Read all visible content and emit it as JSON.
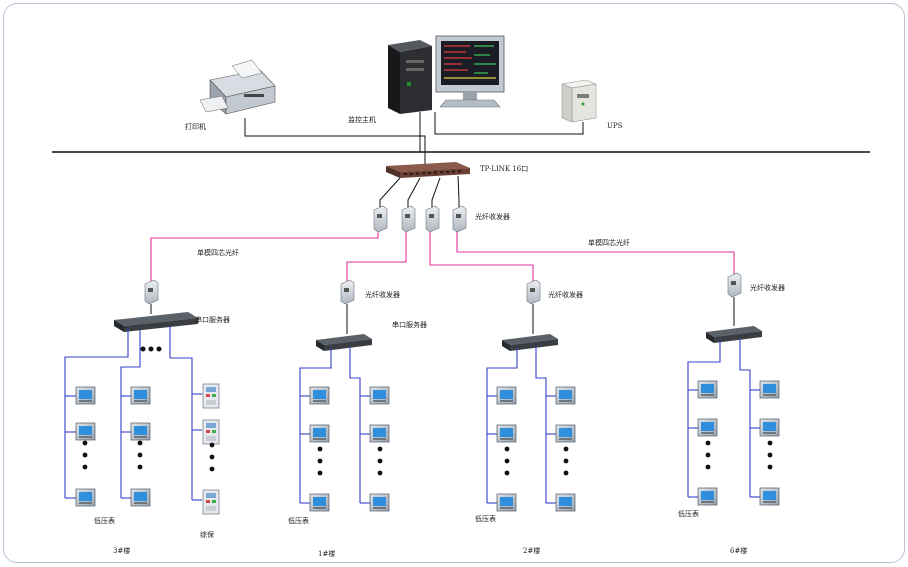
{
  "labels": {
    "printer": "打印机",
    "host": "监控主机",
    "ups": "UPS",
    "switch": "TP-LINK 16口",
    "transceiver_top": "光纤收发器",
    "fiber_left": "单模四芯光纤",
    "fiber_right": "单模四芯光纤",
    "serial_server_a": "串口服务器",
    "transceiver_b": "光纤收发器",
    "serial_server_b": "串口服务器",
    "transceiver_c": "光纤收发器",
    "transceiver_d": "光纤收发器",
    "meter_a": "低压表",
    "relay_a": "综保",
    "building_a": "3#楼",
    "meter_b": "低压表",
    "building_b": "1#楼",
    "meter_c": "低压表",
    "building_c": "2#楼",
    "meter_d": "低压表",
    "building_d": "6#楼"
  },
  "colors": {
    "fiber": "#e0309a",
    "rs485": "#3440c8",
    "ethernet": "#222222",
    "meter_screen": "#2f8fdc",
    "frame_border": "#b9c3d6"
  }
}
